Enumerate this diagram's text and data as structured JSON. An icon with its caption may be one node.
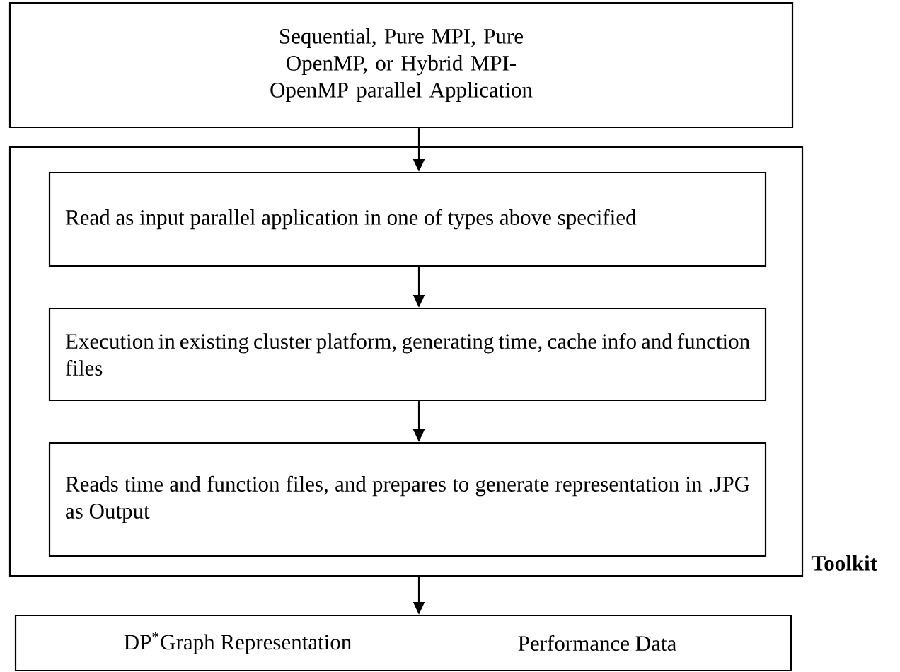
{
  "diagram": {
    "nodes": [
      {
        "text": [
          "Sequential, Pure MPI, Pure OpenMP, or Hybrid MPI-OpenMP parallel Application"
        ]
      },
      {
        "text": [
          "Toolkit"
        ]
      },
      {
        "text": [
          "Read as input parallel application in one of types above specified"
        ],
        "in": 1
      },
      {
        "text": [
          "Execution in existing cluster platform, generating time, cache info and function files"
        ],
        "in": 1
      },
      {
        "text": [
          "Reads time and function files, and prepares to generate representation in .JPG as Output"
        ],
        "in": 1
      },
      {
        "text": [
          "DP$^{*}$Graph Representation",
          "Performance Data"
        ]
      }
    ],
    "edges": [
      {
        "from": 0,
        "to": 2,
        "arrow": "to"
      },
      {
        "from": 2,
        "to": 3,
        "arrow": "to"
      },
      {
        "from": 3,
        "to": 4,
        "arrow": "to"
      },
      {
        "from": 1,
        "to": 5,
        "arrow": "to"
      }
    ]
  }
}
